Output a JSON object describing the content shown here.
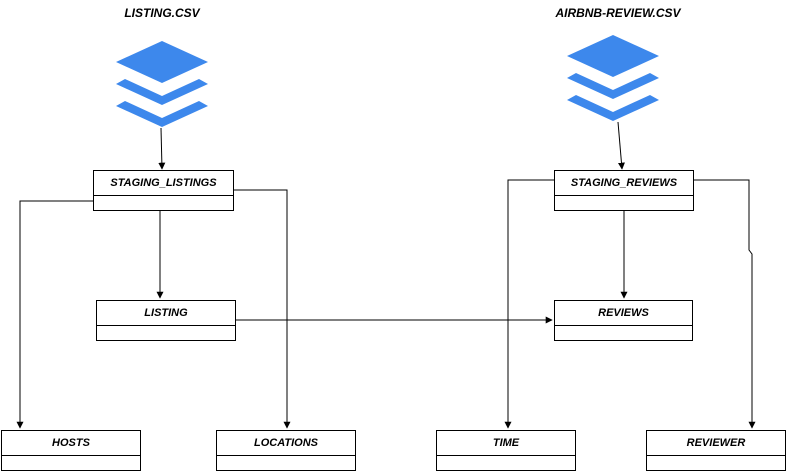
{
  "sources": {
    "listing": {
      "label": "LISTING.CSV",
      "icon": "layers-icon"
    },
    "review": {
      "label": "AIRBNB-REVIEW.CSV",
      "icon": "layers-icon"
    }
  },
  "entities": {
    "staging_listings": "STAGING_LISTINGS",
    "staging_reviews": "STAGING_REVIEWS",
    "listing": "LISTING",
    "reviews": "REVIEWS",
    "hosts": "HOSTS",
    "locations": "LOCATIONS",
    "time": "TIME",
    "reviewer": "REVIEWER"
  },
  "colors": {
    "icon_fill": "#3D88EC",
    "line": "#000000",
    "box_border": "#000000"
  }
}
